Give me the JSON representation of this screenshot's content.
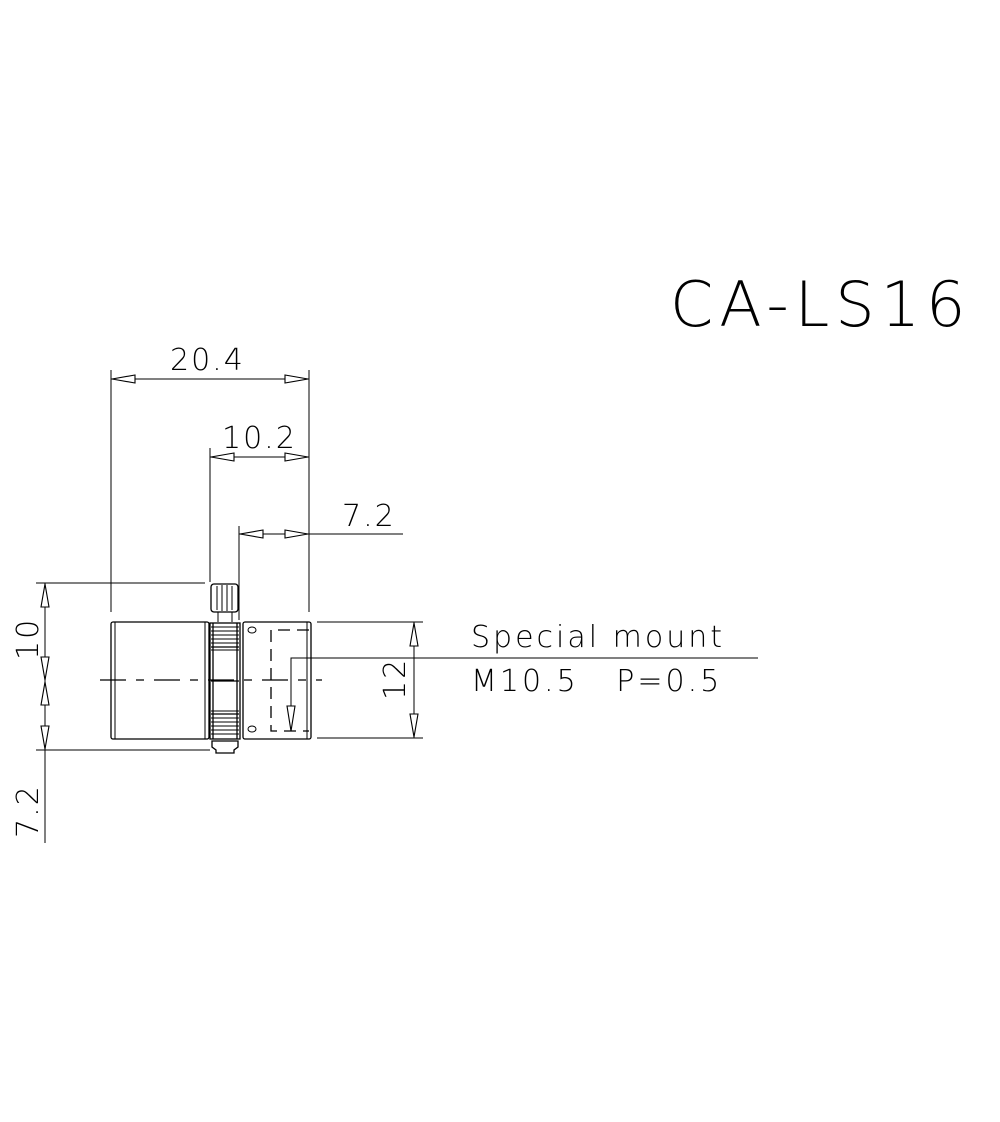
{
  "drawing": {
    "title": "CA-LS16",
    "colors": {
      "line": "#000000",
      "background": "#ffffff"
    },
    "dimensions": {
      "overall_length": "20.4",
      "ring_to_flange": "10.2",
      "mount_depth": "7.2",
      "screw_height": "10",
      "lower_offset": "7.2",
      "mount_diameter": "12"
    },
    "note": {
      "line1": "Special mount",
      "line2": "M10.5   P=0.5"
    }
  }
}
